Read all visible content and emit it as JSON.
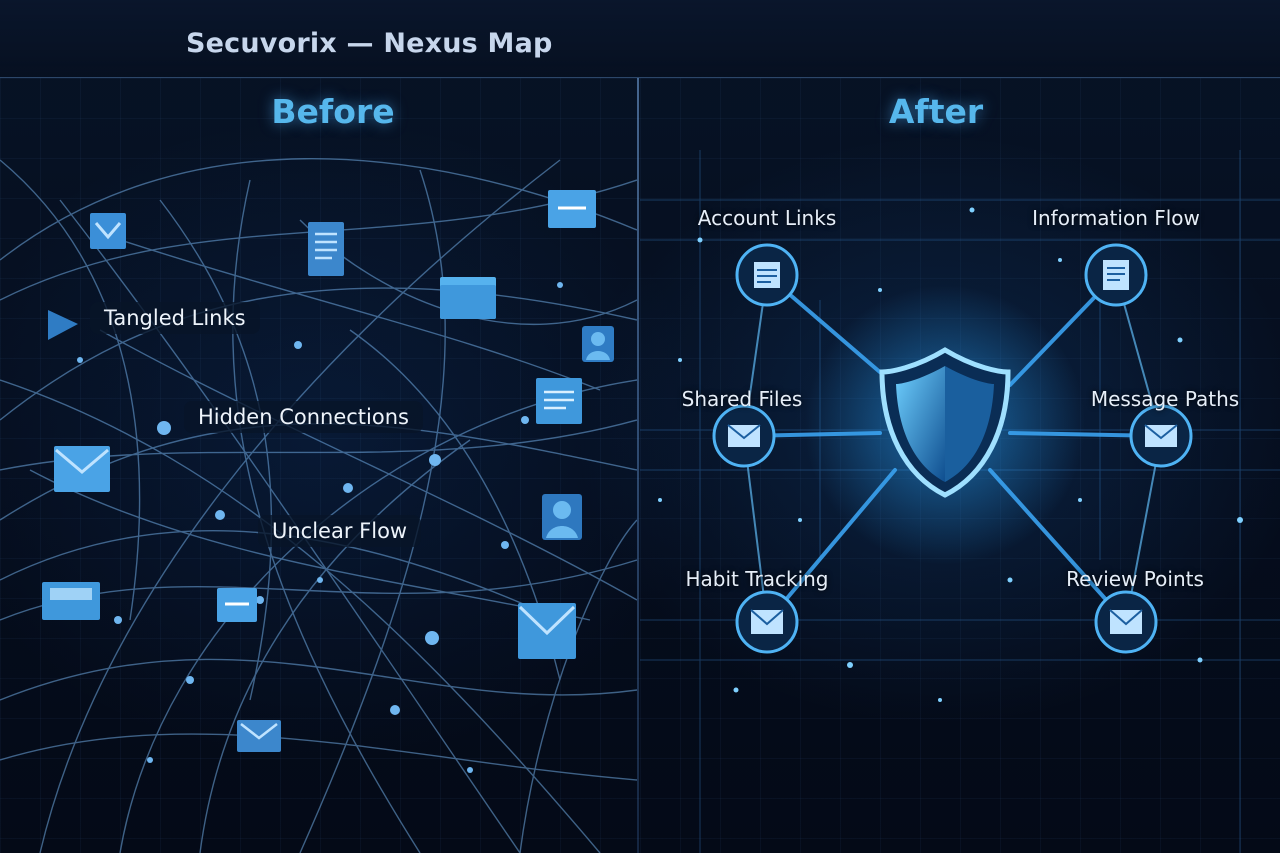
{
  "header": {
    "title": "Secuvorix — Nexus Map"
  },
  "before": {
    "title": "Before",
    "labels": [
      "Tangled Links",
      "Hidden Connections",
      "Unclear Flow"
    ]
  },
  "after": {
    "title": "After",
    "hub": {
      "icon": "shield-icon"
    },
    "nodes": [
      {
        "label": "Account Links",
        "icon": "document-stack-icon"
      },
      {
        "label": "Information Flow",
        "icon": "document-icon"
      },
      {
        "label": "Shared Files",
        "icon": "envelope-icon"
      },
      {
        "label": "Message Paths",
        "icon": "envelope-icon"
      },
      {
        "label": "Habit Tracking",
        "icon": "envelope-icon"
      },
      {
        "label": "Review Points",
        "icon": "envelope-icon"
      }
    ]
  },
  "colors": {
    "accent": "#56b7ec",
    "line": "#6ea8e0",
    "glow": "#2aa8ff",
    "icon": "#4fa9e6"
  }
}
